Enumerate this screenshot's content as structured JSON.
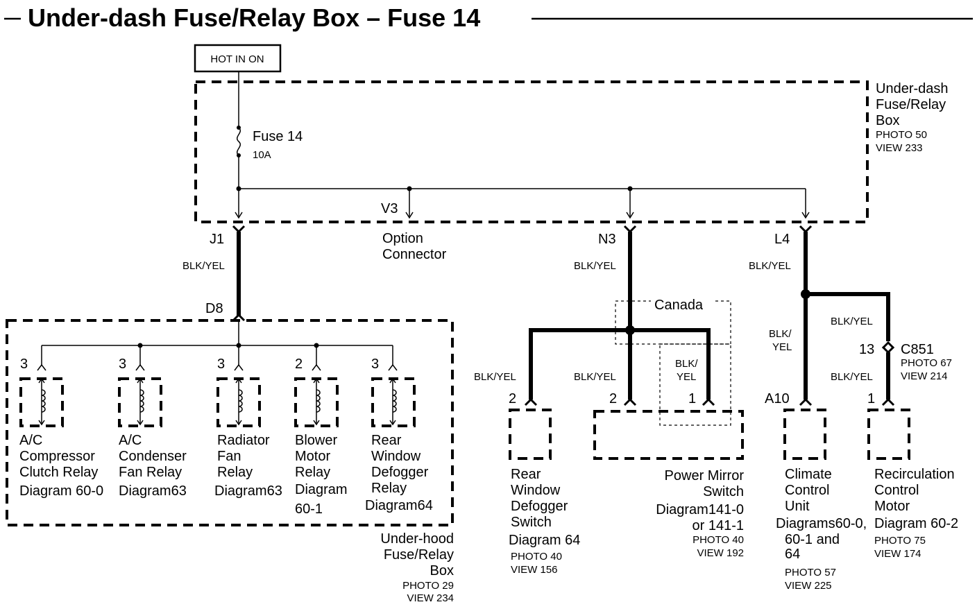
{
  "title": "Under-dash Fuse/Relay Box – Fuse 14",
  "hot_label": "HOT IN ON",
  "underdash_box": {
    "line1": "Under-dash",
    "line2": "Fuse/Relay",
    "line3": "Box",
    "photo": "PHOTO 50",
    "view": "VIEW 233"
  },
  "fuse": {
    "name": "Fuse 14",
    "rating": "10A"
  },
  "terminals": {
    "j1": "J1",
    "v3": "V3",
    "n3": "N3",
    "l4": "L4",
    "d8": "D8",
    "a10": "A10",
    "c851_pin": "13",
    "c851": "C851"
  },
  "option_connector": {
    "line1": "Option",
    "line2": "Connector"
  },
  "wires": {
    "blk_yel": "BLK/YEL",
    "blk_slash": "BLK/",
    "yel": "YEL"
  },
  "canada": "Canada",
  "c851_photo": "PHOTO 67",
  "c851_view": "VIEW 214",
  "relays": [
    {
      "pin": "3",
      "l1": "A/C",
      "l2": "Compressor",
      "l3": "Clutch Relay",
      "l4": "Diagram 60-0",
      "l5": ""
    },
    {
      "pin": "3",
      "l1": "A/C",
      "l2": "Condenser",
      "l3": "Fan Relay",
      "l4": "Diagram63",
      "l5": ""
    },
    {
      "pin": "3",
      "l1": "Radiator",
      "l2": "Fan",
      "l3": "Relay",
      "l4": "Diagram63",
      "l5": ""
    },
    {
      "pin": "2",
      "l1": "Blower",
      "l2": "Motor",
      "l3": "Relay",
      "l4": "Diagram",
      "l5": "60-1"
    },
    {
      "pin": "3",
      "l1": "Rear",
      "l2": "Window",
      "l3": "Defogger",
      "l4": "Relay",
      "l5": "Diagram64"
    }
  ],
  "underhood_box": {
    "line1": "Under-hood",
    "line2": "Fuse/Relay",
    "line3": "Box",
    "photo": "PHOTO 29",
    "view": "VIEW 234"
  },
  "rear_defog_switch": {
    "pin": "2",
    "l1": "Rear",
    "l2": "Window",
    "l3": "Defogger",
    "l4": "Switch",
    "l5": "Diagram 64",
    "photo": "PHOTO 40",
    "view": "VIEW 156"
  },
  "power_mirror": {
    "pin1": "2",
    "pin2": "1",
    "l1": "Power Mirror",
    "l2": "Switch",
    "l3": "Diagram141-0",
    "l4": "or 141-1",
    "photo": "PHOTO 40",
    "view": "VIEW 192"
  },
  "climate_control": {
    "l1": "Climate",
    "l2": "Control",
    "l3": "Unit",
    "l4": "Diagrams60-0,",
    "l5": "60-1 and",
    "l6": "64",
    "photo": "PHOTO 57",
    "view": "VIEW 225"
  },
  "recirculation": {
    "pin": "1",
    "l1": "Recirculation",
    "l2": "Control",
    "l3": "Motor",
    "l4": "Diagram 60-2",
    "photo": "PHOTO 75",
    "view": "VIEW 174"
  }
}
